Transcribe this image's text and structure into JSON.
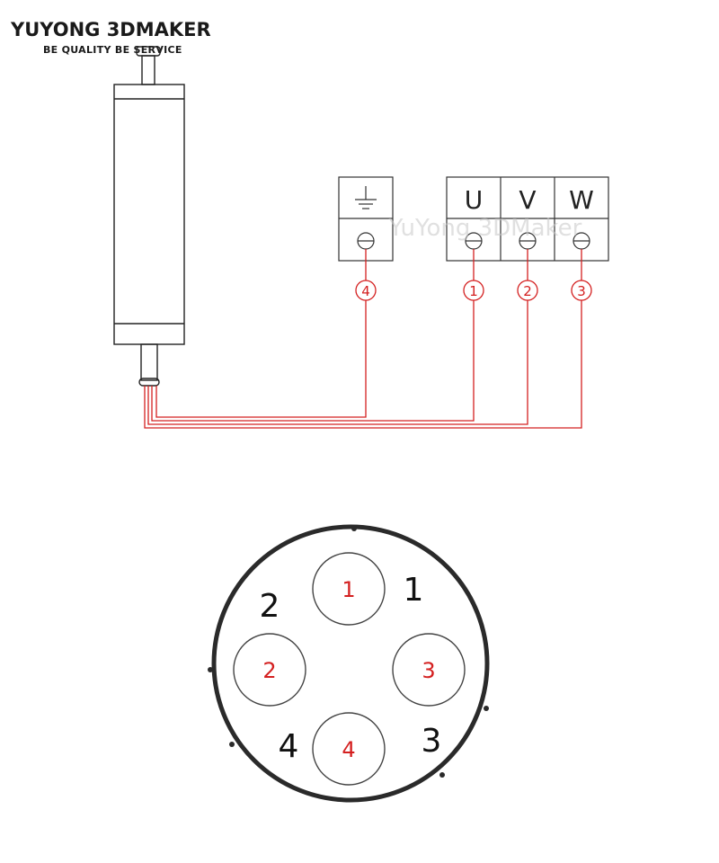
{
  "logo": {
    "main": "YUYONG 3DMAKER",
    "sub": "BE QUALITY BE SERVICE"
  },
  "watermark": "YuYong 3DMaker",
  "terminals": {
    "ground_label": "ground-symbol",
    "phases": [
      "U",
      "V",
      "W"
    ]
  },
  "wire_numbers": [
    "④",
    "①",
    "②",
    "③"
  ],
  "connector": {
    "pin_numbers_inside": [
      "1",
      "2",
      "3",
      "4"
    ],
    "pin_numbers_outside": [
      "1",
      "2",
      "3",
      "4"
    ]
  },
  "colors": {
    "wire": "#d42020",
    "line": "#222222",
    "connector_ring": "#2a2a2a"
  }
}
